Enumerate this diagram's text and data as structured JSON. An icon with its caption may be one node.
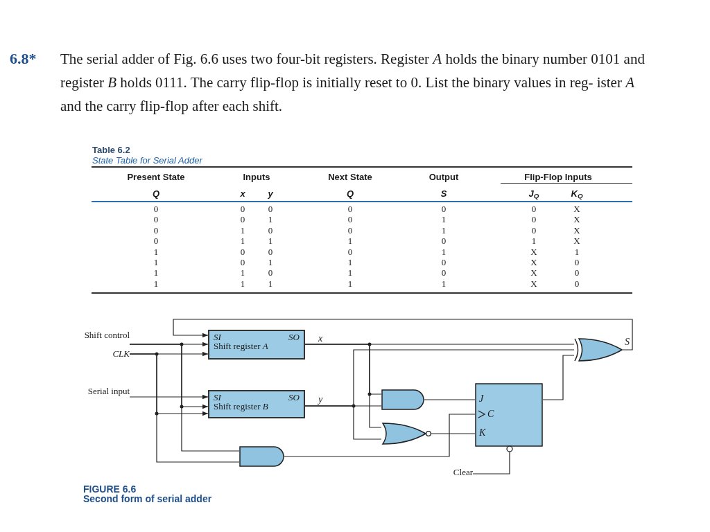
{
  "diagram": {
    "nodes": [
      {
        "text": [
          "Shift control"
        ]
      },
      {
        "text": [
          "CLK"
        ]
      },
      {
        "text": [
          "Serial input"
        ]
      },
      {
        "text": [
          "SI",
          "SO",
          "Shift register *A*"
        ]
      },
      {
        "text": [
          "SI",
          "SO",
          "Shift register *B*"
        ]
      },
      {
        "text": [],
        "shape": "gate"
      },
      {
        "text": [],
        "shape": "gate"
      },
      {
        "text": [],
        "shape": "gate"
      },
      {
        "text": [],
        "shape": "gate"
      },
      {
        "text": [
          "J",
          "C",
          "K"
        ]
      },
      {
        "text": [
          "Clear"
        ]
      }
    ],
    "edges": [
      {
        "from": 0,
        "to": 3,
        "arrow": "to"
      },
      {
        "from": 0,
        "to": 4,
        "arrow": "to"
      },
      {
        "from": 0,
        "to": 8,
        "arrow": "none"
      },
      {
        "from": 1,
        "to": 3,
        "arrow": "to"
      },
      {
        "from": 1,
        "to": 4,
        "arrow": "to"
      },
      {
        "from": 1,
        "to": 8,
        "arrow": "none"
      },
      {
        "from": 2,
        "to": 4,
        "arrow": "to"
      },
      {
        "from": 3,
        "to": 5,
        "arrow": "none",
        "label": "x"
      },
      {
        "from": 3,
        "to": 6,
        "arrow": "none"
      },
      {
        "from": 3,
        "to": 7,
        "arrow": "none"
      },
      {
        "from": 4,
        "to": 5,
        "arrow": "none",
        "label": "y"
      },
      {
        "from": 4,
        "to": 6,
        "arrow": "none"
      },
      {
        "from": 4,
        "to": 7,
        "arrow": "none"
      },
      {
        "from": 6,
        "to": 9,
        "arrow": "none"
      },
      {
        "from": 7,
        "to": 9,
        "arrow": "none"
      },
      {
        "from": 8,
        "to": 9,
        "arrow": "none"
      },
      {
        "from": 9,
        "to": 5,
        "arrow": "none"
      },
      {
        "from": 10,
        "to": 9,
        "arrow": "none"
      },
      {
        "from": 5,
        "to": 3,
        "arrow": "to",
        "label": "S"
      }
    ],
    "labels": [
      "6.8*",
      "The serial adder of Fig. 6.6 uses two four-bit registers. Register *A* holds the binary number 0101 and register *B* holds 0111. The carry flip-flop is initially reset to 0. List the binary values in reg- ister *A* and the carry flip-flop after each shift.",
      "Table 6.2",
      "State Table for Serial Adder",
      "Present State",
      "Inputs",
      "Next State",
      "Output",
      "Flip-Flop Inputs",
      "Q",
      "x",
      "y",
      "Q",
      "S",
      "J$_{Q}$",
      "K$_{Q}$",
      "0",
      "0",
      "0",
      "0",
      "0",
      "0",
      "X",
      "0",
      "0",
      "1",
      "0",
      "1",
      "0",
      "X",
      "0",
      "1",
      "0",
      "0",
      "1",
      "0",
      "X",
      "0",
      "1",
      "1",
      "1",
      "0",
      "1",
      "X",
      "1",
      "0",
      "0",
      "0",
      "1",
      "X",
      "1",
      "1",
      "0",
      "1",
      "1",
      "0",
      "X",
      "0",
      "1",
      "1",
      "0",
      "1",
      "0",
      "X",
      "0",
      "1",
      "1",
      "1",
      "1",
      "1",
      "X",
      "0",
      "FIGURE 6.6",
      "Second form of serial adder"
    ]
  }
}
